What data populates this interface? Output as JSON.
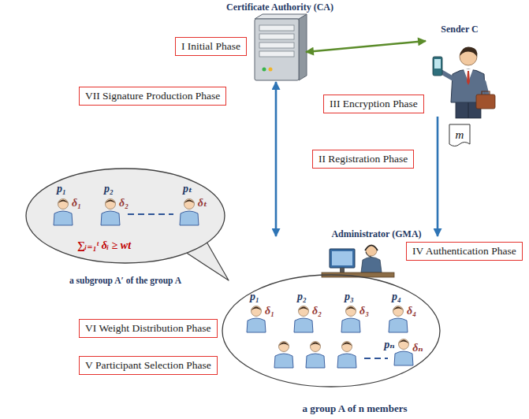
{
  "diagram": {
    "nodes": [
      {
        "text": [
          "Certificate Authority (CA)"
        ]
      },
      {
        "text": [
          "Sender C"
        ]
      },
      {
        "text": [
          "I Initial Phase"
        ]
      },
      {
        "text": [
          "VII Signature Production Phase"
        ]
      },
      {
        "text": [
          "III Encryption Phase"
        ]
      },
      {
        "text": [
          "II Registration Phase"
        ]
      },
      {
        "text": [
          "a subgroup A′ of the group A"
        ]
      },
      {
        "text": [
          "Administrator (GMA)"
        ]
      },
      {
        "text": [
          "IV Authentication Phase"
        ]
      },
      {
        "text": [
          "VI Weight Distribution Phase"
        ]
      },
      {
        "text": [
          "V Participant Selection Phase"
        ]
      },
      {
        "text": [
          "a group A of n members"
        ]
      }
    ],
    "edges": [
      {
        "from": 0,
        "to": 1,
        "arrow": "both"
      },
      {
        "from": 0,
        "to": 7,
        "arrow": "both"
      },
      {
        "from": 1,
        "to": 7,
        "arrow": "to"
      }
    ],
    "labels": [
      "p₁",
      "δ₁",
      "p₂",
      "δ₂",
      "pₜ",
      "δₜ",
      "∑ᵢ₌₁ᵗ δᵢ ≥ wt",
      "p₁",
      "δ₁",
      "p₂",
      "δ₂",
      "p₃",
      "δ₃",
      "p₄",
      "δ₄",
      "pₙ",
      "δₙ",
      "m"
    ]
  }
}
